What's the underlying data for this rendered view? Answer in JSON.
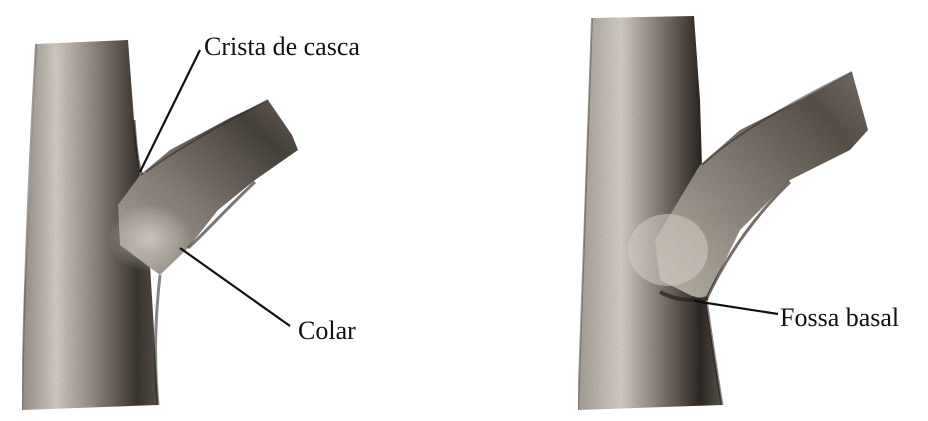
{
  "labels": {
    "branch_bark_ridge": "Crista de casca",
    "collar": "Colar",
    "basal_depression": "Fossa basal"
  },
  "colors": {
    "background": "#ffffff",
    "pencil_dark": "#2b2622",
    "pencil_mid": "#6e665e",
    "pencil_light": "#c9c2b8",
    "leader_line": "#111111"
  },
  "illustrations": [
    {
      "name": "trunk-with-branch-and-collar",
      "shading": "colored-pencil"
    },
    {
      "name": "trunk-with-branch-and-basal-depression",
      "shading": "colored-pencil"
    }
  ]
}
